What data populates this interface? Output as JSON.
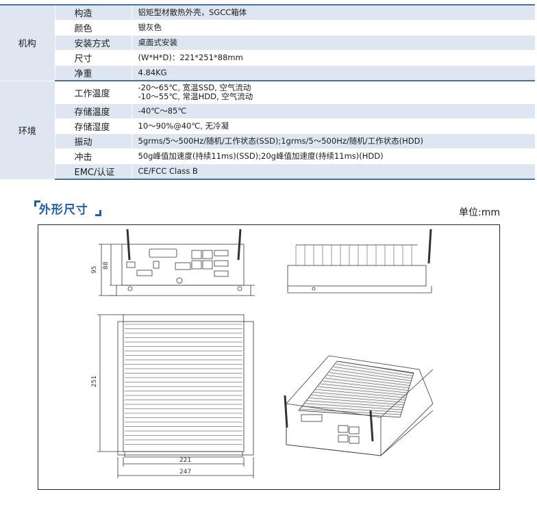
{
  "spec_table": {
    "groups": [
      {
        "name": "机构",
        "rows": [
          {
            "label": "构造",
            "value": "铝矩型材散热外壳，SGCC箱体"
          },
          {
            "label": "颜色",
            "value": "银灰色"
          },
          {
            "label": "安装方式",
            "value": "桌面式安装"
          },
          {
            "label": "尺寸",
            "value": "(W*H*D)：221*251*88mm"
          },
          {
            "label": "净重",
            "value": "4.84KG"
          }
        ]
      },
      {
        "name": "环境",
        "rows": [
          {
            "label": "工作温度",
            "value": "-20～65℃, 宽温SSD, 空气流动",
            "value2": "-10～55℃, 常温HDD, 空气流动"
          },
          {
            "label": "存储温度",
            "value": "-40℃～85℃"
          },
          {
            "label": "存储湿度",
            "value": "10～90%@40℃, 无冷凝"
          },
          {
            "label": "振动",
            "value": "5grms/5～500Hz/随机/工作状态(SSD);1grms/5～500Hz/随机/工作状态(HDD)"
          },
          {
            "label": "冲击",
            "value": "50g峰值加速度(持续11ms)(SSD);20g峰值加速度(持续11ms)(HDD)"
          },
          {
            "label": "EMC/认证",
            "value": "CE/FCC Class B"
          }
        ]
      }
    ]
  },
  "dimensions_section": {
    "title": "外形尺寸",
    "unit": "单位:mm",
    "dims": {
      "height_a": "95",
      "height_b": "88",
      "depth": "251",
      "width_inner": "221",
      "width_outer": "247"
    }
  }
}
